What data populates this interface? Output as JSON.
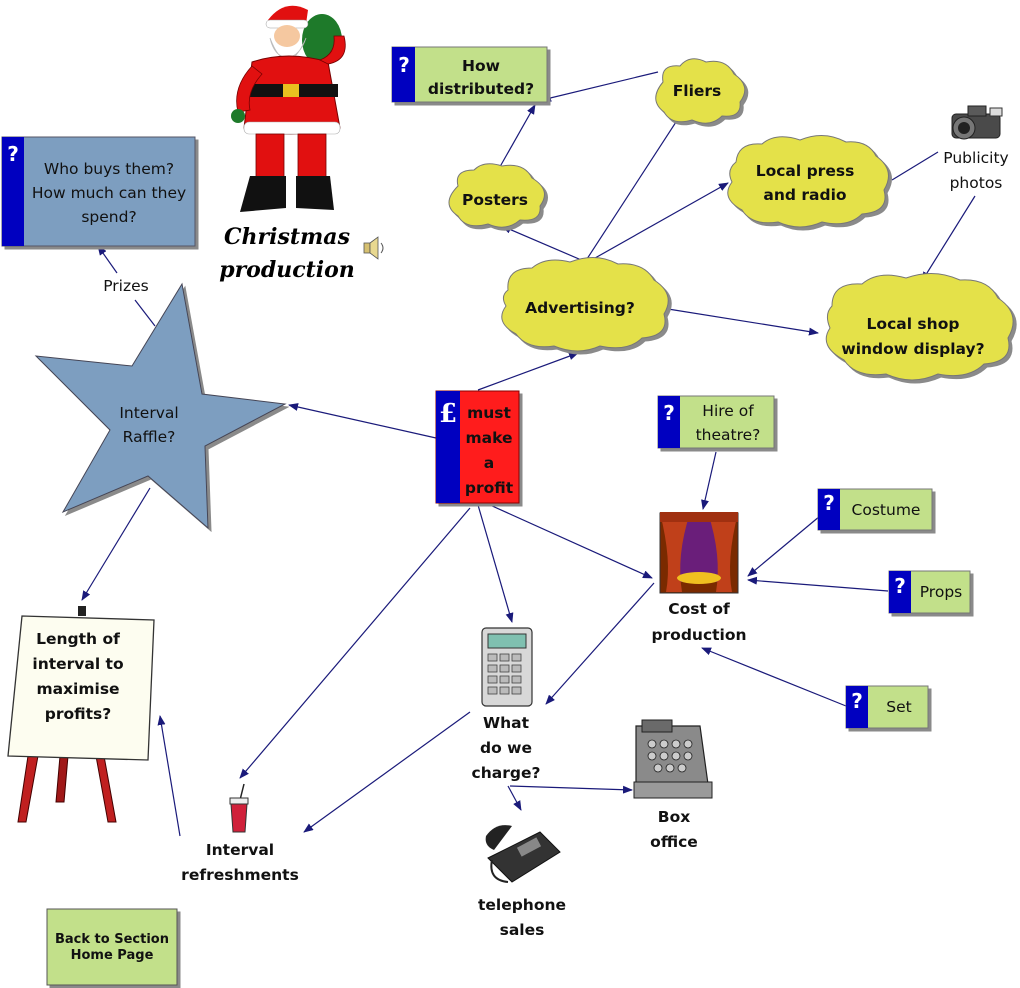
{
  "colors": {
    "accent_blue": "#0000c0",
    "cloud_yellow": "#e4e14a",
    "box_green": "#c2e08a",
    "box_steel": "#7d9ec0",
    "profit_red": "#ff1a1a",
    "arrow": "#1a1a7a"
  },
  "title": {
    "line1": "Christmas",
    "line2": "production"
  },
  "icons": {
    "santa": "santa-claus-icon",
    "speaker": "speaker-icon",
    "camera": "camera-icon",
    "theatre": "theatre-curtain-icon",
    "calculator": "calculator-icon",
    "till": "cash-register-icon",
    "phone": "telephone-icon",
    "drink": "drink-cup-icon",
    "easel": "easel-icon",
    "pound": "pound-sign-icon",
    "question": "question-mark-icon"
  },
  "nodes": {
    "center": {
      "lines": [
        "must",
        "make",
        "a",
        "profit"
      ],
      "symbol": "£"
    },
    "distributed": {
      "lines": [
        "How",
        "distributed?"
      ],
      "marker": "?"
    },
    "fliers": "Fliers",
    "posters": "Posters",
    "press": {
      "lines": [
        "Local press",
        "and radio"
      ]
    },
    "publicity": {
      "lines": [
        "Publicity",
        "photos"
      ]
    },
    "advertising": "Advertising?",
    "shop": {
      "lines": [
        "Local shop",
        "window display?"
      ]
    },
    "who_buys": {
      "lines": [
        "Who buys them?",
        "How much can they",
        "spend?"
      ],
      "marker": "?"
    },
    "prizes": "Prizes",
    "raffle": {
      "lines": [
        "Interval",
        "Raffle?"
      ]
    },
    "hire": {
      "lines": [
        "Hire of",
        "theatre?"
      ],
      "marker": "?"
    },
    "costume": {
      "label": "Costume",
      "marker": "?"
    },
    "props": {
      "label": "Props",
      "marker": "?"
    },
    "set": {
      "label": "Set",
      "marker": "?"
    },
    "cost": {
      "lines": [
        "Cost of",
        "production"
      ]
    },
    "charge": {
      "lines": [
        "What",
        "do we",
        "charge?"
      ]
    },
    "box_office": {
      "lines": [
        "Box",
        "office"
      ]
    },
    "telephone": {
      "lines": [
        "telephone",
        "sales"
      ]
    },
    "refreshments": {
      "lines": [
        "Interval",
        "refreshments"
      ]
    },
    "interval_length": {
      "lines": [
        "Length of",
        "interval to",
        "maximise",
        "profits?"
      ]
    }
  },
  "back_button": {
    "line1": "Back to Section",
    "line2": "Home Page"
  }
}
